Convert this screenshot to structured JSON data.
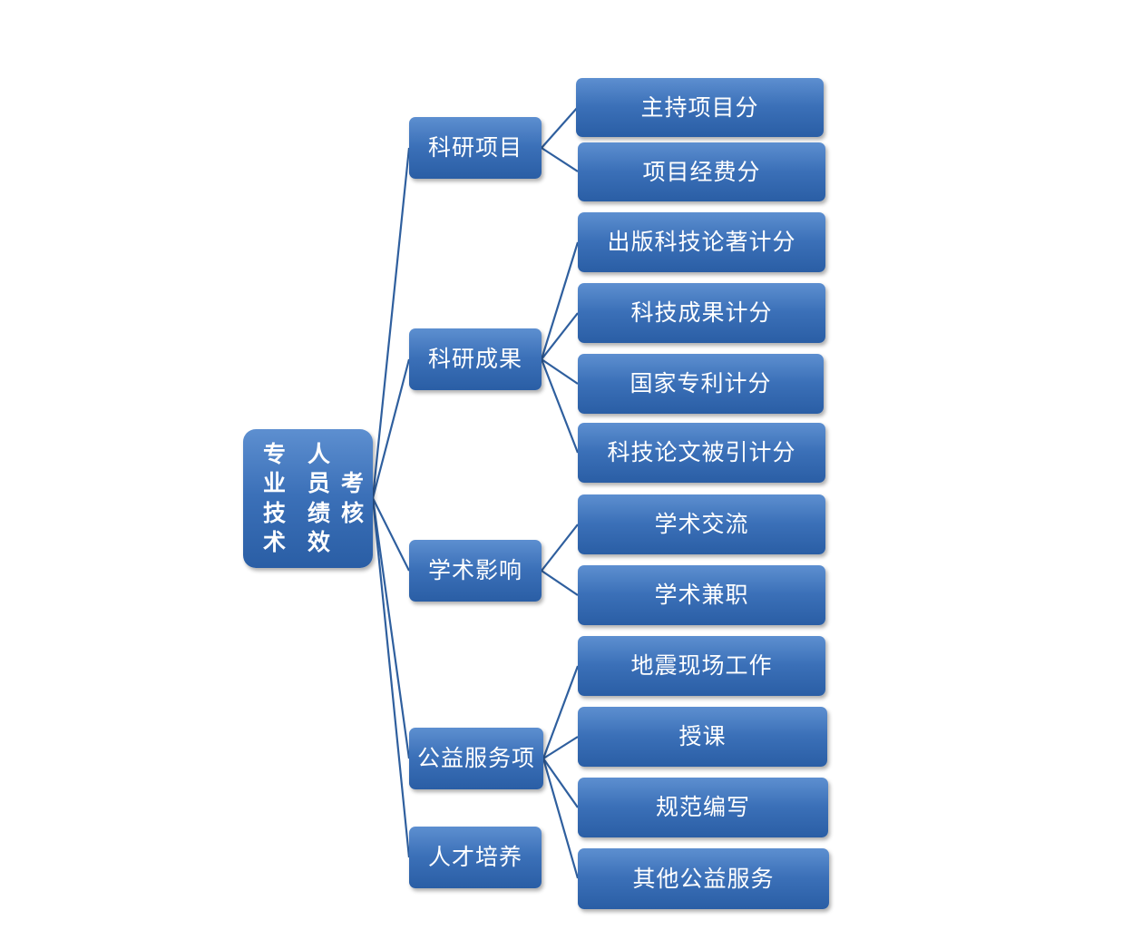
{
  "root": {
    "lines": [
      "专业技术",
      "人员绩效",
      "考核"
    ]
  },
  "categories": [
    {
      "label": "科研项目",
      "items": [
        "主持项目分",
        "项目经费分"
      ]
    },
    {
      "label": "科研成果",
      "items": [
        "出版科技论著计分",
        "科技成果计分",
        "国家专利计分",
        "科技论文被引计分"
      ]
    },
    {
      "label": "学术影响",
      "items": [
        "学术交流",
        "学术兼职"
      ]
    },
    {
      "label": "公益服务项",
      "items": [
        "地震现场工作",
        "授课",
        "规范编写",
        "其他公益服务"
      ]
    },
    {
      "label": "人才培养",
      "items": []
    }
  ],
  "colors": {
    "box_top": "#5d8fd0",
    "box_bottom": "#2a5ea5",
    "connector": "#2f5f9e",
    "text": "#ffffff"
  }
}
